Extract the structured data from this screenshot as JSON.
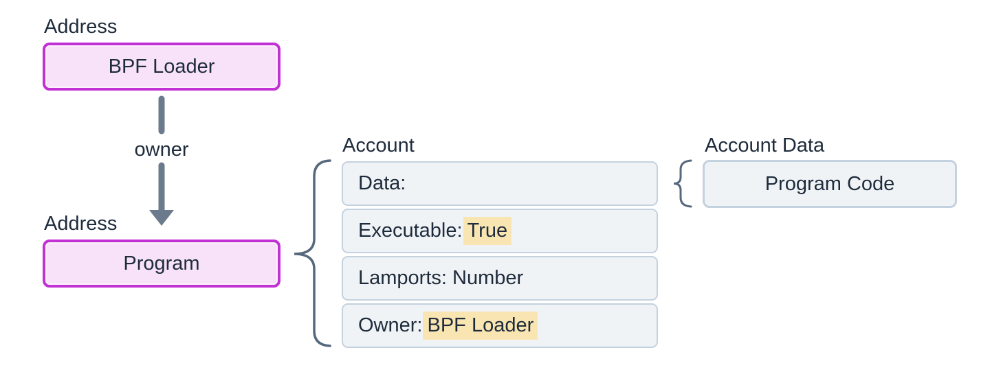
{
  "diagram": {
    "bpf_loader": {
      "label": "Address",
      "name": "BPF Loader"
    },
    "owner_edge": {
      "label": "owner"
    },
    "program": {
      "label": "Address",
      "name": "Program"
    },
    "account": {
      "label": "Account",
      "rows": [
        {
          "text": "Data:",
          "highlight": ""
        },
        {
          "text": "Executable:",
          "highlight": "True"
        },
        {
          "text": "Lamports: Number",
          "highlight": ""
        },
        {
          "text": "Owner:",
          "highlight": "BPF Loader"
        }
      ]
    },
    "account_data": {
      "label": "Account Data",
      "name": "Program Code"
    }
  },
  "colors": {
    "text": "#1e2b3b",
    "pink_fill": "#f7e2f9",
    "pink_border": "#c131d4",
    "gray_fill": "#f0f3f6",
    "gray_border": "#c4d1de",
    "highlight": "#f9e5b2",
    "arrow": "#6b7b8d",
    "brace": "#56687e"
  }
}
